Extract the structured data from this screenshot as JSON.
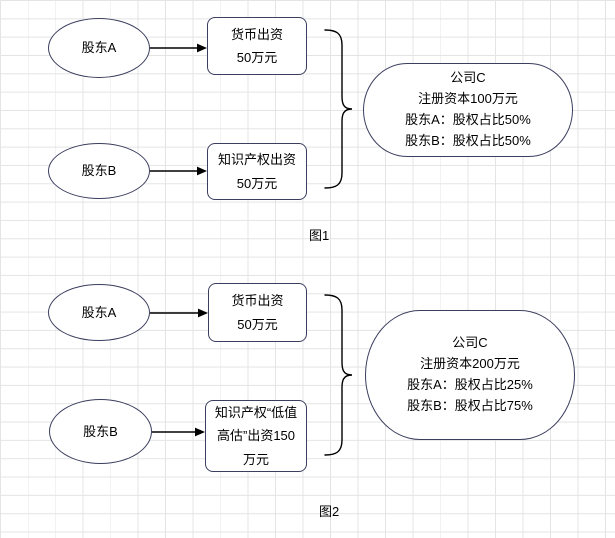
{
  "colors": {
    "canvas_background": "#ffffff",
    "grid_line": "#e4e4e4",
    "shape_border": "#3b3e5e",
    "shape_fill": "#ffffff",
    "connector": "#000000",
    "text": "#000000"
  },
  "fig1": {
    "caption": "图1",
    "shareholder_a": "股东A",
    "shareholder_b": "股东B",
    "contribution_money": "货币出资\n50万元",
    "contribution_ip": "知识产权出资\n50万元",
    "company": "公司C\n注册资本100万元\n股东A：股权占比50%\n股东B：股权占比50%"
  },
  "fig2": {
    "caption": "图2",
    "shareholder_a": "股东A",
    "shareholder_b": "股东B",
    "contribution_money": "货币出资\n50万元",
    "contribution_ip": "知识产权“低值\n高估”出资150\n万元",
    "company": "公司C\n注册资本200万元\n股东A：股权占比25%\n股东B：股权占比75%"
  }
}
